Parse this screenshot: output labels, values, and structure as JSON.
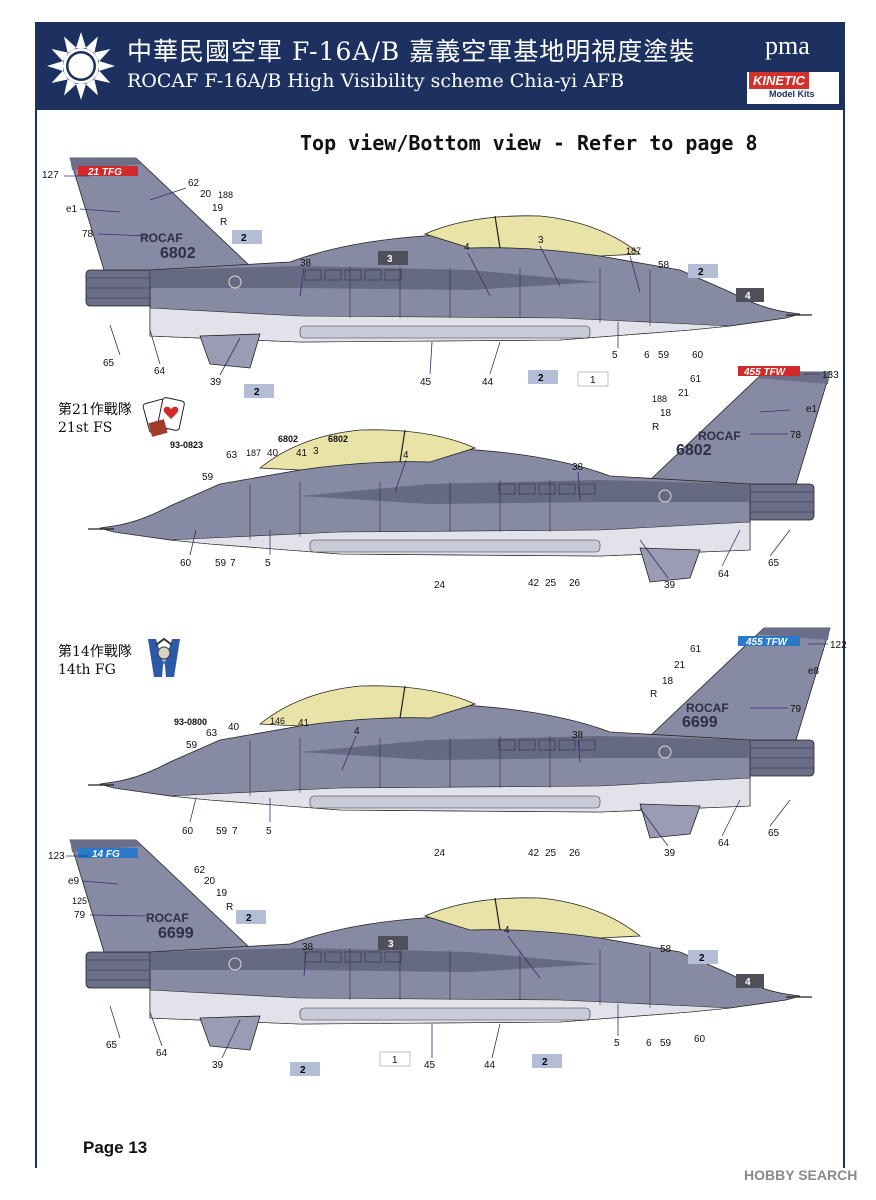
{
  "header": {
    "title_cn": "中華民國空軍 F-16A/B 嘉義空軍基地明視度塗裝",
    "title_en": "ROCAF F-16A/B High Visibility scheme Chia-yi AFB",
    "brand_pma": "pma",
    "brand_kinetic": "KINETIC",
    "brand_kinetic_sub": "Model Kits",
    "colors": {
      "navy": "#1d3160",
      "kinetic_red": "#d3322c",
      "pma_yellow": "#e0a64a"
    }
  },
  "subtitle": "Top view/Bottom view - Refer to page 8",
  "units": [
    {
      "cn": "第21作戰隊",
      "en": "21st FS"
    },
    {
      "cn": "第14作戰隊",
      "en": "14th FG"
    }
  ],
  "aircraft": [
    {
      "tail_text": "21 TFG",
      "rocaf": "ROCAF",
      "number": "6802",
      "labels": [
        "127",
        "62",
        "20",
        "188",
        "19",
        "R",
        "e1",
        "78",
        "2",
        "38",
        "3",
        "4",
        "3",
        "187",
        "58",
        "2",
        "4",
        "65",
        "64",
        "39",
        "2",
        "45",
        "44",
        "2",
        "1",
        "5",
        "6",
        "59",
        "60"
      ]
    },
    {
      "tail_text": "455 TFW",
      "rocaf": "ROCAF",
      "number": "6802",
      "labels": [
        "133",
        "61",
        "188",
        "21",
        "18",
        "R",
        "e1",
        "78",
        "93-0823",
        "63",
        "187",
        "40",
        "6802",
        "41",
        "3",
        "6802",
        "4",
        "38",
        "59",
        "60",
        "59",
        "7",
        "5",
        "24",
        "42",
        "25",
        "26",
        "39",
        "64",
        "65"
      ]
    },
    {
      "tail_text": "455 TFW",
      "rocaf": "ROCAF",
      "number": "6699",
      "labels": [
        "122",
        "61",
        "21",
        "e8",
        "18",
        "R",
        "79",
        "93-0800",
        "40",
        "146",
        "41",
        "4",
        "63",
        "59",
        "38",
        "60",
        "59",
        "7",
        "5",
        "24",
        "42",
        "25",
        "26",
        "39",
        "64",
        "65"
      ]
    },
    {
      "tail_text": "14 FG",
      "rocaf": "ROCAF",
      "number": "6699",
      "labels": [
        "123",
        "62",
        "20",
        "e9",
        "19",
        "125",
        "R",
        "79",
        "2",
        "38",
        "3",
        "4",
        "58",
        "2",
        "4",
        "65",
        "64",
        "39",
        "2",
        "1",
        "45",
        "44",
        "2",
        "5",
        "6",
        "59",
        "60"
      ]
    }
  ],
  "page": "Page 13",
  "watermark": "HOBBY SEARCH",
  "colors": {
    "gray_dark": "#5a5d76",
    "gray_mid": "#878aa3",
    "gray_light": "#c9cbd8",
    "belly": "#e2e3ea",
    "canopy": "#e9e3a8",
    "callout": "#3a2c70",
    "box_light": "#b3bdd6",
    "box_dark": "#4f4f5a"
  }
}
